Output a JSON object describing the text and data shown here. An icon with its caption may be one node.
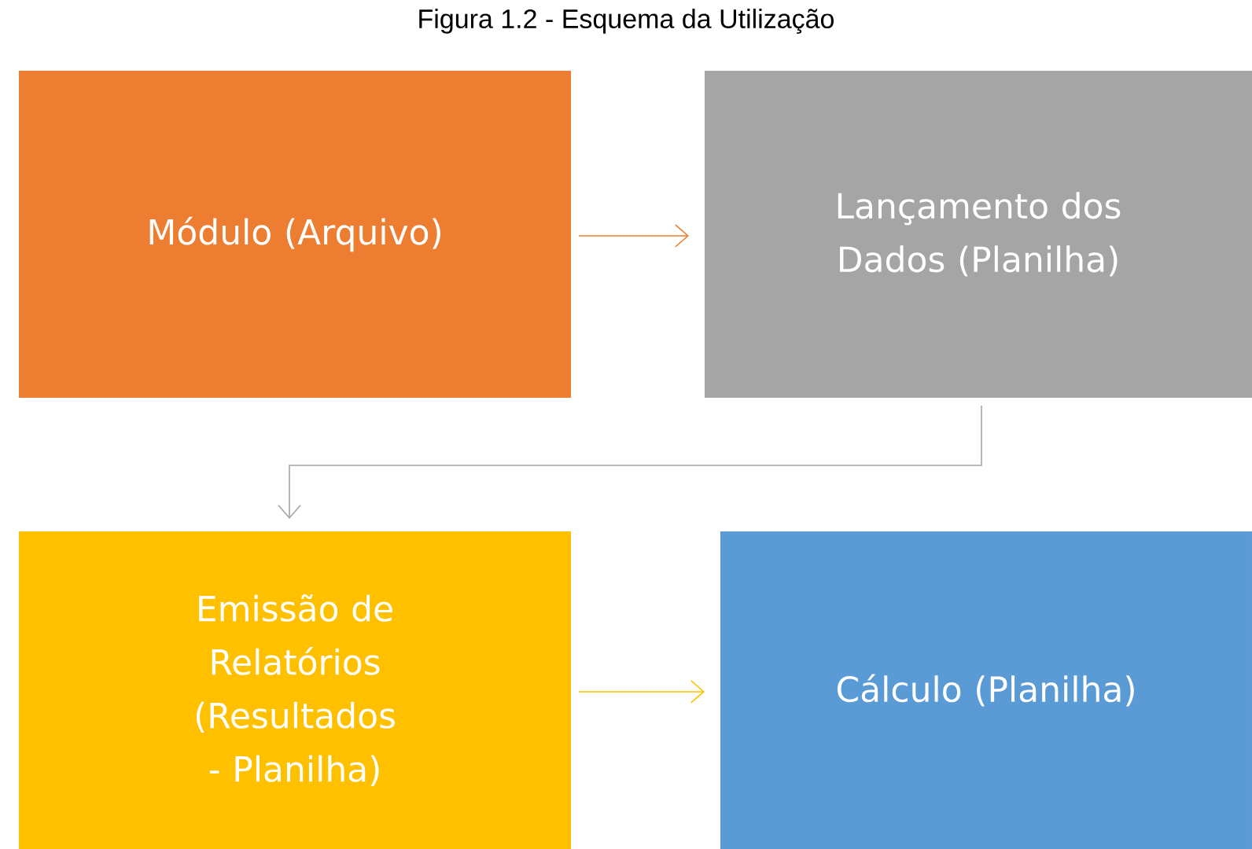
{
  "diagram": {
    "title": "Figura 1.2 - Esquema da Utilização",
    "nodes": [
      {
        "text": [
          "Módulo (Arquivo)"
        ]
      },
      {
        "text": [
          "Lançamento dos Dados (Planilha)"
        ]
      },
      {
        "text": [
          "Emissão de Relatórios (Resultados - Planilha)"
        ]
      },
      {
        "text": [
          "Cálculo (Planilha)"
        ]
      }
    ],
    "edges": [
      {
        "from": 0,
        "to": 1,
        "arrow": "to",
        "color": "#ed7d31"
      },
      {
        "from": 1,
        "to": 2,
        "arrow": "to",
        "color": "#a5a5a5"
      },
      {
        "from": 2,
        "to": 3,
        "arrow": "to",
        "color": "#ffc000"
      }
    ]
  }
}
